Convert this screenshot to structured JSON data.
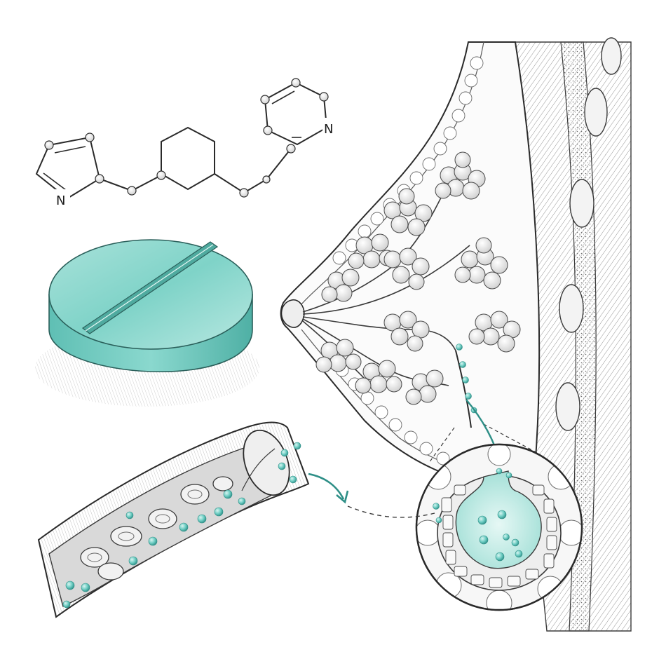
{
  "molecule": {
    "atom_labels": [
      "N",
      "N"
    ]
  },
  "colors": {
    "teal": "#6ecdc3",
    "teal_dark": "#2e8f87",
    "teal_light": "#bfe9e3",
    "ink": "#2a2a2a",
    "background": "#ffffff"
  },
  "panels": {
    "tablet": "scored-round-tablet",
    "vessel": "blood-vessel-cross-section",
    "breast": "breast-anatomy-cross-section",
    "magnifier": "alveolus-magnified-inset"
  }
}
